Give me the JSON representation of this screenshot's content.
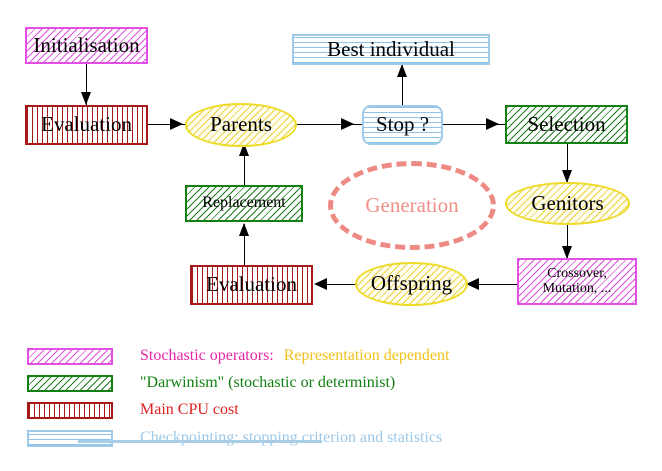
{
  "diagram": {
    "title": "Evolutionary Algorithm Cycle",
    "nodes": {
      "initialisation": {
        "label": "Initialisation",
        "category": "stochastic-operators",
        "color": "#e24fe2",
        "shape": "rect"
      },
      "evaluation_top": {
        "label": "Evaluation",
        "category": "main-cpu-cost",
        "color": "#a61818",
        "shape": "rect"
      },
      "parents": {
        "label": "Parents",
        "category": "representation-dependent",
        "color": "#eedb28",
        "shape": "ellipse"
      },
      "best_individual": {
        "label": "Best individual",
        "category": "checkpointing",
        "color": "#9fcbe8",
        "shape": "rect"
      },
      "stop": {
        "label": "Stop ?",
        "category": "checkpointing",
        "color": "#9fcbe8",
        "shape": "rounded-rect"
      },
      "selection": {
        "label": "Selection",
        "category": "darwinism",
        "color": "#128012",
        "shape": "rect"
      },
      "genitors": {
        "label": "Genitors",
        "category": "representation-dependent",
        "color": "#eedb28",
        "shape": "ellipse"
      },
      "crossover_mutation": {
        "label": "Crossover,\nMutation, ...",
        "category": "stochastic-operators",
        "color": "#e24fe2",
        "shape": "rect"
      },
      "offspring": {
        "label": "Offspring",
        "category": "representation-dependent",
        "color": "#eedb28",
        "shape": "ellipse"
      },
      "evaluation_bottom": {
        "label": "Evaluation",
        "category": "main-cpu-cost",
        "color": "#a61818",
        "shape": "rect"
      },
      "replacement": {
        "label": "Replacement",
        "category": "darwinism",
        "color": "#128012",
        "shape": "rect"
      },
      "generation": {
        "label": "Generation",
        "category": "annotation",
        "color": "#ee9088",
        "shape": "dashed-ellipse"
      }
    }
  },
  "legend": {
    "rows": [
      {
        "swatch": "magenta-diagonal-hatch",
        "color": "#e24fe2",
        "text_primary": "Stochastic operators:",
        "text_primary_color": "#e524a8",
        "text_secondary": "Representation dependent",
        "text_secondary_color": "#f2c21a"
      },
      {
        "swatch": "green-diagonal-hatch",
        "color": "#128012",
        "text_primary": "\"Darwinism\" (stochastic or determinist)",
        "text_primary_color": "#128012",
        "text_secondary": "",
        "text_secondary_color": ""
      },
      {
        "swatch": "red-vertical-hatch",
        "color": "#a61818",
        "text_primary": "Main CPU cost",
        "text_primary_color": "#e02020",
        "text_secondary": "",
        "text_secondary_color": ""
      },
      {
        "swatch": "blue-horizontal-hatch",
        "color": "#9fcbe8",
        "text_primary": "Checkpointing: stopping criterion and statistics",
        "text_primary_color": "#9cc8e8",
        "text_secondary": "",
        "text_secondary_color": ""
      }
    ]
  }
}
